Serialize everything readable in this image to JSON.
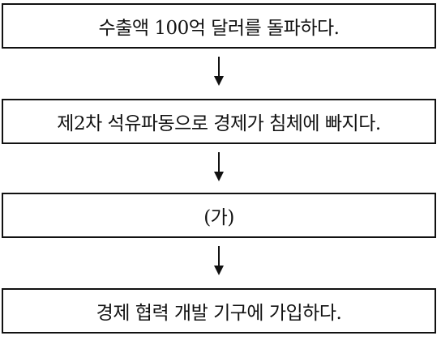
{
  "flow": {
    "steps": [
      {
        "text": "수출액 100억 달러를 돌파하다."
      },
      {
        "text": "제2차 석유파동으로 경제가 침체에 빠지다."
      },
      {
        "text": "(가)"
      },
      {
        "text": "경제 협력 개발 기구에 가입하다."
      }
    ],
    "arrow_icon": "down-arrow-icon"
  }
}
